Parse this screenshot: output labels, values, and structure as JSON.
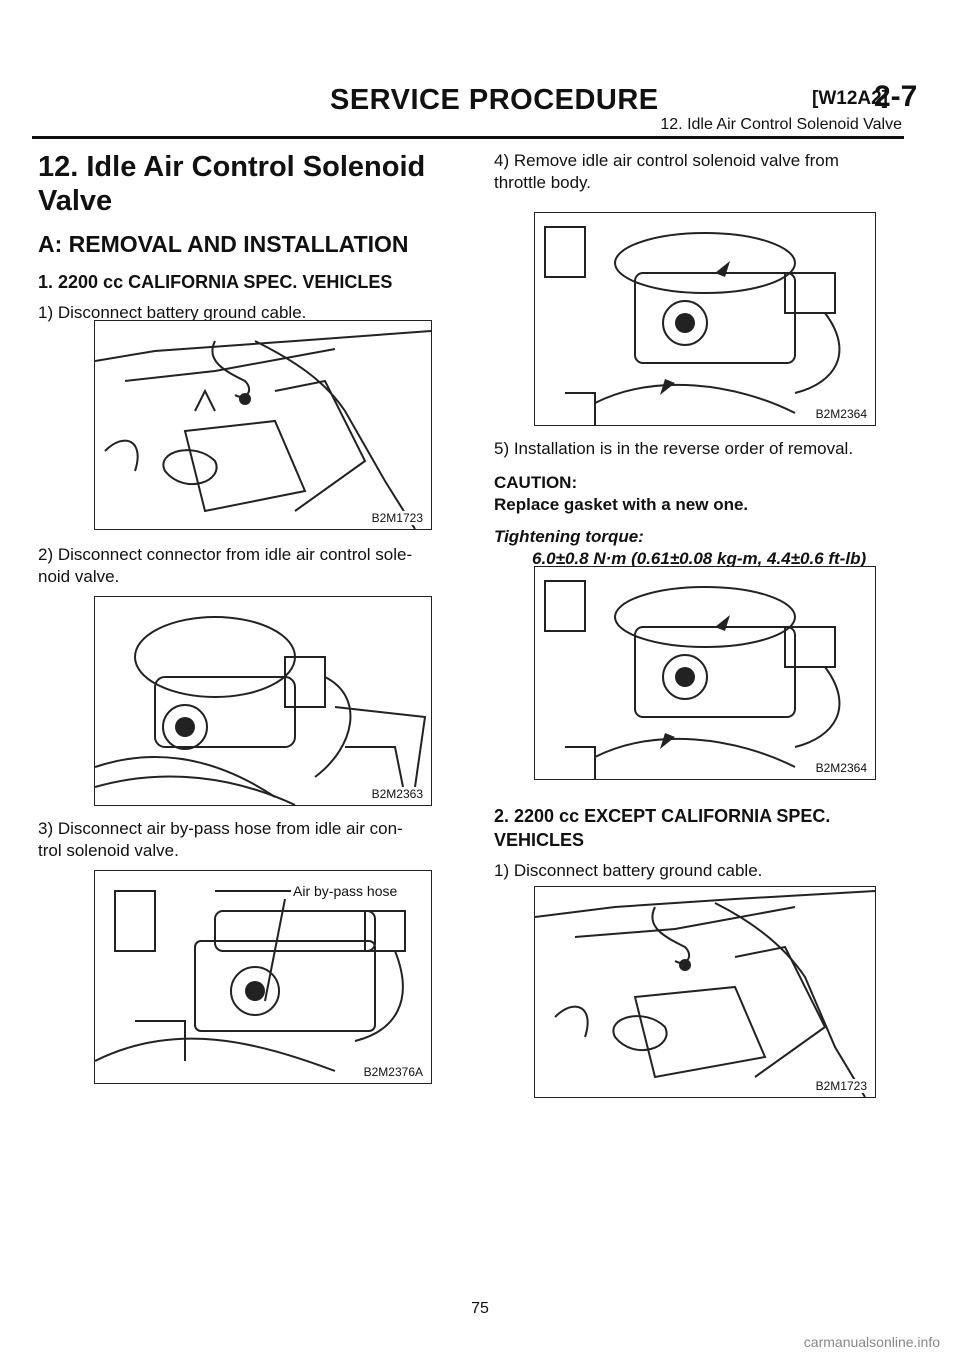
{
  "header": {
    "title": "SERVICE PROCEDURE",
    "code": "[W12A2]",
    "section": "2-7",
    "subtitle": "12. Idle Air Control Solenoid Valve"
  },
  "left": {
    "title_line1": "12. Idle Air Control Solenoid",
    "title_line2": "Valve",
    "heading": "A: REMOVAL AND INSTALLATION",
    "subheading": "1. 2200 cc CALIFORNIA SPEC. VEHICLES",
    "step1": "1) Disconnect battery ground cable.",
    "fig1_code": "B2M1723",
    "step2_line1": "2) Disconnect connector from idle air control sole-",
    "step2_line2": "noid valve.",
    "fig2_code": "B2M2363",
    "step3_line1": "3) Disconnect air by-pass hose from idle air con-",
    "step3_line2": "trol solenoid valve.",
    "fig3_label": "Air by-pass hose",
    "fig3_code": "B2M2376A"
  },
  "right": {
    "step4_line1": "4) Remove idle air control solenoid valve from",
    "step4_line2": "throttle body.",
    "fig4_code": "B2M2364",
    "step5": "5) Installation is in the reverse order of removal.",
    "caution_label": "CAUTION:",
    "caution_text": "Replace gasket with a new one.",
    "torque_label": "Tightening torque:",
    "torque_value": "6.0±0.8 N·m (0.61±0.08 kg-m, 4.4±0.6 ft-lb)",
    "fig5_code": "B2M2364",
    "subheading_line1": "2. 2200 cc EXCEPT CALIFORNIA SPEC.",
    "subheading_line2": "VEHICLES",
    "step1": "1) Disconnect battery ground cable.",
    "fig6_code": "B2M1723"
  },
  "page_number": "75",
  "watermark": "carmanualsonline.info"
}
